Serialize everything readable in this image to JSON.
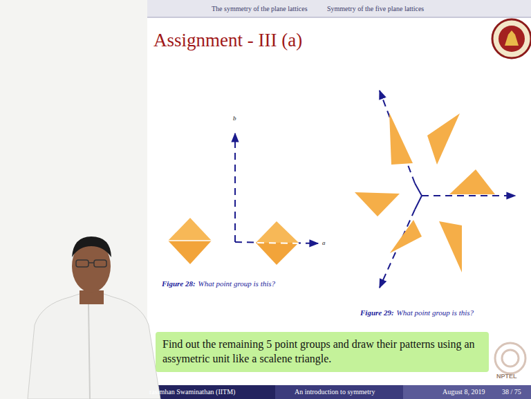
{
  "diagram": {
    "title": "Assignment - III (a)",
    "nodes": [
      {
        "text": [
          "Find out the remaining 5 point groups and draw their patterns using an assymetric unit like a scalene triangle."
        ]
      }
    ],
    "labels": [
      "The symmetry of the plane lattices",
      "Symmetry of the five plane lattices",
      "b",
      "a",
      "Figure 28:",
      "What point group is this?",
      "Figure 29:",
      "What point group is this?",
      "rasimhan Swaminathan (IITM)",
      "An introduction to symmetry",
      "August 8, 2019",
      "38 / 75",
      "NPTEL"
    ]
  }
}
